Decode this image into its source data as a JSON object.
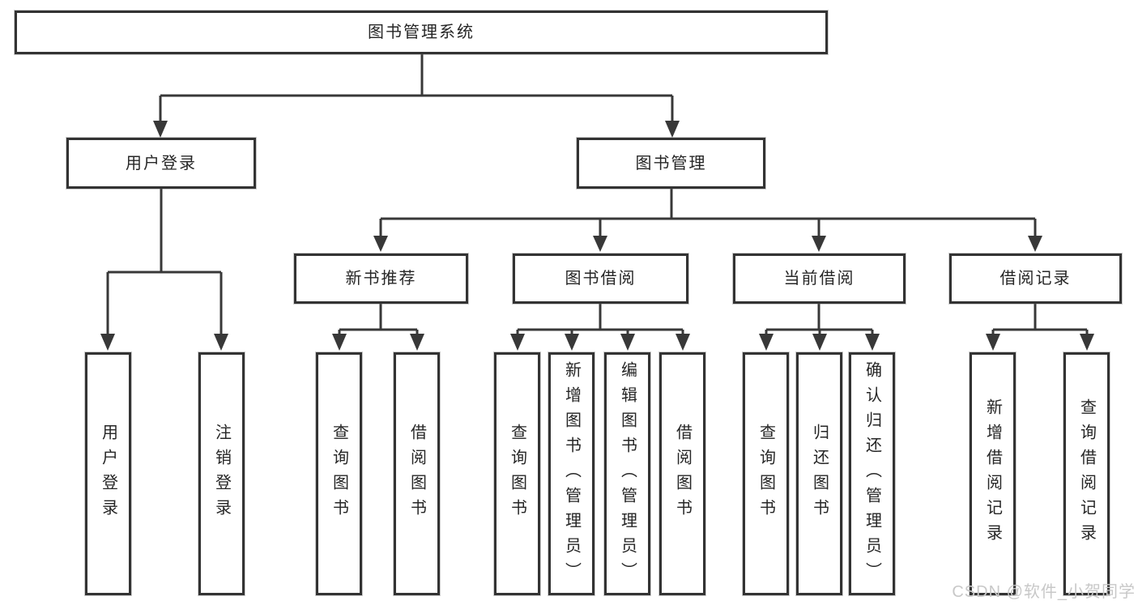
{
  "root_label": "图书管理系统",
  "branches": [
    {
      "label": "用户登录",
      "children": [
        "用户登录",
        "注销登录"
      ]
    },
    {
      "label": "图书管理",
      "modules": [
        {
          "label": "新书推荐",
          "children": [
            "查询图书",
            "借阅图书"
          ]
        },
        {
          "label": "图书借阅",
          "children": [
            "查询图书",
            "新增图书（管理员）",
            "编辑图书（管理员）",
            "借阅图书"
          ]
        },
        {
          "label": "当前借阅",
          "children": [
            "查询图书",
            "归还图书",
            "确认归还（管理员）"
          ]
        },
        {
          "label": "借阅记录",
          "children": [
            "新增借阅记录",
            "查询借阅记录"
          ]
        }
      ]
    }
  ],
  "watermark": "CSDN @软件_小贺同学",
  "colors": {
    "line": "#383838",
    "box_border": "#333333",
    "text": "#262626",
    "background": "#ffffff",
    "watermark": "#c8c8c8"
  }
}
